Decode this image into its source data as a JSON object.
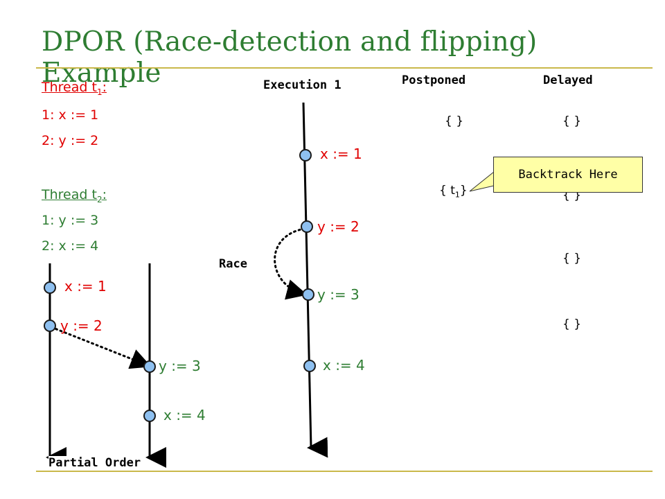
{
  "title": "DPOR (Race-detection and flipping) Example",
  "thread1": {
    "heading_prefix": "Thread t",
    "heading_sub": "1",
    "heading_suffix": ":",
    "lines": [
      "1: x := 1",
      "2: y := 2"
    ]
  },
  "thread2": {
    "heading_prefix": "Thread t",
    "heading_sub": "2",
    "heading_suffix": ":",
    "lines": [
      "1: y := 3",
      "2: x := 4"
    ]
  },
  "execution": {
    "label": "Execution 1",
    "events": [
      "x := 1",
      "y := 2",
      "y := 3",
      "x := 4"
    ],
    "race_label": "Race"
  },
  "columns": {
    "postponed": "Postponed",
    "delayed": "Delayed"
  },
  "postponed_sets": [
    "{ }",
    "{ t",
    "1",
    "}"
  ],
  "delayed_sets": [
    "{ }",
    "{ }",
    "{ }",
    "{ }"
  ],
  "callout": "Backtrack Here",
  "partial_order": {
    "label": "Partial Order",
    "t1_events": [
      "x := 1",
      "y := 2"
    ],
    "t2_events": [
      "y := 3",
      "x := 4"
    ]
  },
  "colors": {
    "title": "#2e7d32",
    "thread1": "#e00000",
    "thread2": "#2e7d32",
    "node": "#8ec0f0",
    "rule": "#c9b84a",
    "callout": "#ffffa6"
  }
}
